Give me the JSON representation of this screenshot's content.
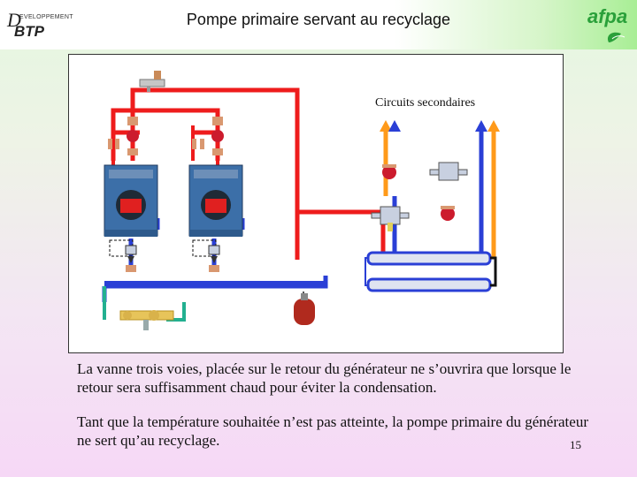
{
  "header": {
    "title": "Pompe primaire servant au recyclage",
    "logo_left_d": "D",
    "logo_left_small": "EVELOPPEMENT",
    "logo_left_btp": "BTP",
    "logo_right_text": "afpa"
  },
  "diagram": {
    "circuits_label": "Circuits secondaires",
    "colors": {
      "hot": "#ee1c1c",
      "cold": "#2a3fd6",
      "outflow": "#ff9a1a",
      "fill": "#22b090",
      "boiler": "#3c6fa8",
      "burner": "#e02020"
    }
  },
  "body": {
    "paragraph1": "La vanne trois voies, placée sur le retour du générateur ne s’ouvrira que lorsque le retour sera suffisamment chaud pour éviter la condensation.",
    "paragraph2": "Tant que la température souhaitée n’est pas atteinte, la pompe primaire du générateur ne sert qu’au recyclage."
  },
  "page_number": "15"
}
